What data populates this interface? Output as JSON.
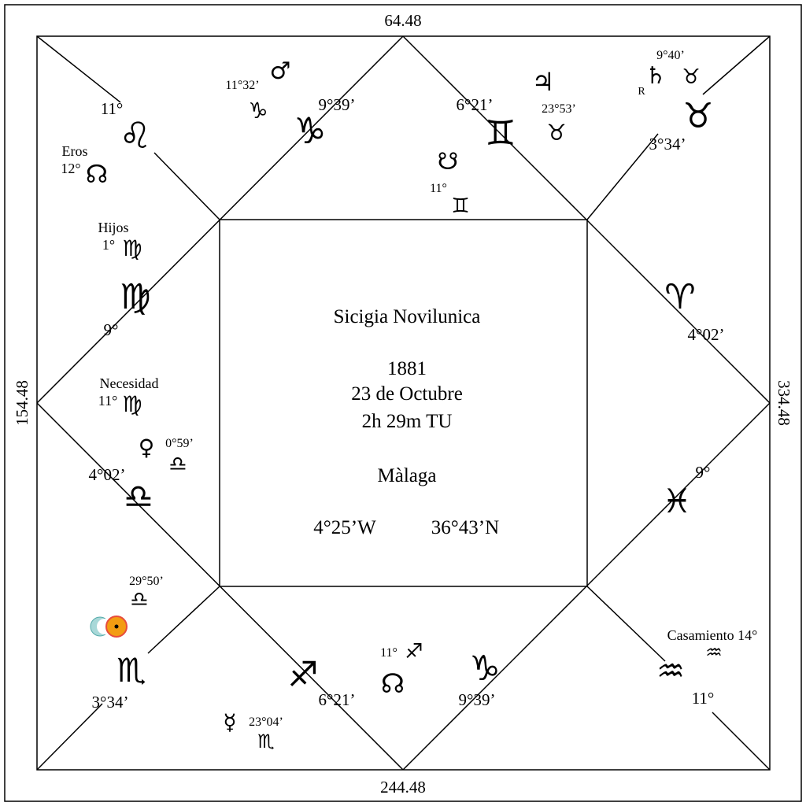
{
  "degrees": {
    "top": "64.48",
    "bottom": "244.48",
    "left": "154.48",
    "right": "334.48"
  },
  "center": {
    "title": "Sicigia Novilunica",
    "year": "1881",
    "date": "23 de Octubre",
    "time": "2h 29m TU",
    "place": "Màlaga",
    "longitude": "4°25’W",
    "latitude": "36°43’N"
  },
  "cusps": {
    "leo": "11°",
    "capricorn_top": "9°39’",
    "gemini": "6°21’",
    "taurus": "3°34’",
    "virgo": "9°",
    "aries": "4°02’",
    "libra": "4°02’",
    "pisces": "9°",
    "scorpio": "3°34’",
    "sagittarius": "6°21’",
    "capricorn_bottom": "9°39’",
    "aquarius": "11°"
  },
  "planets": {
    "mars": "11°32’",
    "jupiter": "23°53’",
    "saturn": "9°40’",
    "saturn_retro": "R",
    "south_node": "11°",
    "venus": "0°59’",
    "sun_moon": "29°50’",
    "mercury": "23°04’",
    "north_node": "11°"
  },
  "lots": {
    "eros_name": "Eros",
    "eros_deg": "12°",
    "hijos_name": "Hijos",
    "hijos_deg": "1°",
    "necesidad_name": "Necesidad",
    "necesidad_deg": "11°",
    "casamiento": "Casamiento 14°"
  },
  "glyphs": {
    "leo": "♌",
    "virgo": "♍",
    "libra": "♎",
    "scorpio": "♏",
    "sagittarius": "♐",
    "capricorn": "♑",
    "aquarius": "♒",
    "pisces": "♓",
    "aries": "♈",
    "taurus": "♉",
    "gemini": "♊",
    "mars": "♂",
    "jupiter": "♃",
    "saturn": "♄",
    "venus": "♀",
    "mercury": "☿",
    "north_node": "☊",
    "south_node": "☋"
  },
  "colors": {
    "sun": "#f39c12",
    "sun_dark": "#e74c3c",
    "moon": "#a8d8d8"
  }
}
